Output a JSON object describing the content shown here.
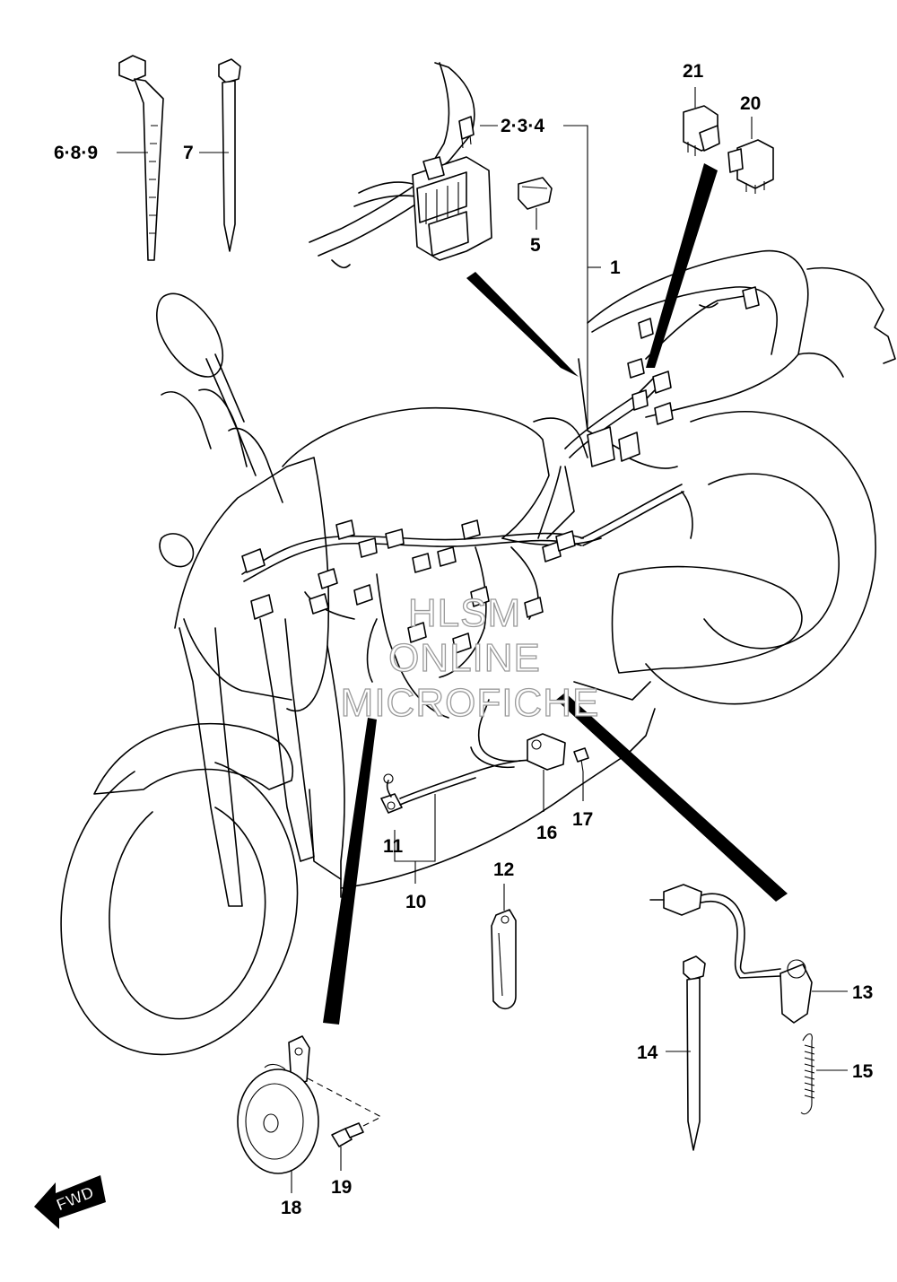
{
  "callouts": {
    "c1": "1",
    "c234": "2·3·4",
    "c5": "5",
    "c689": "6·8·9",
    "c7": "7",
    "c10": "10",
    "c11": "11",
    "c12": "12",
    "c13": "13",
    "c14": "14",
    "c15": "15",
    "c16": "16",
    "c17": "17",
    "c18": "18",
    "c19": "19",
    "c20": "20",
    "c21": "21"
  },
  "watermark": {
    "line1": "HLSM",
    "line2": "ONLINE",
    "line3": "MICROFICHE"
  },
  "fwd_label": "FWD"
}
